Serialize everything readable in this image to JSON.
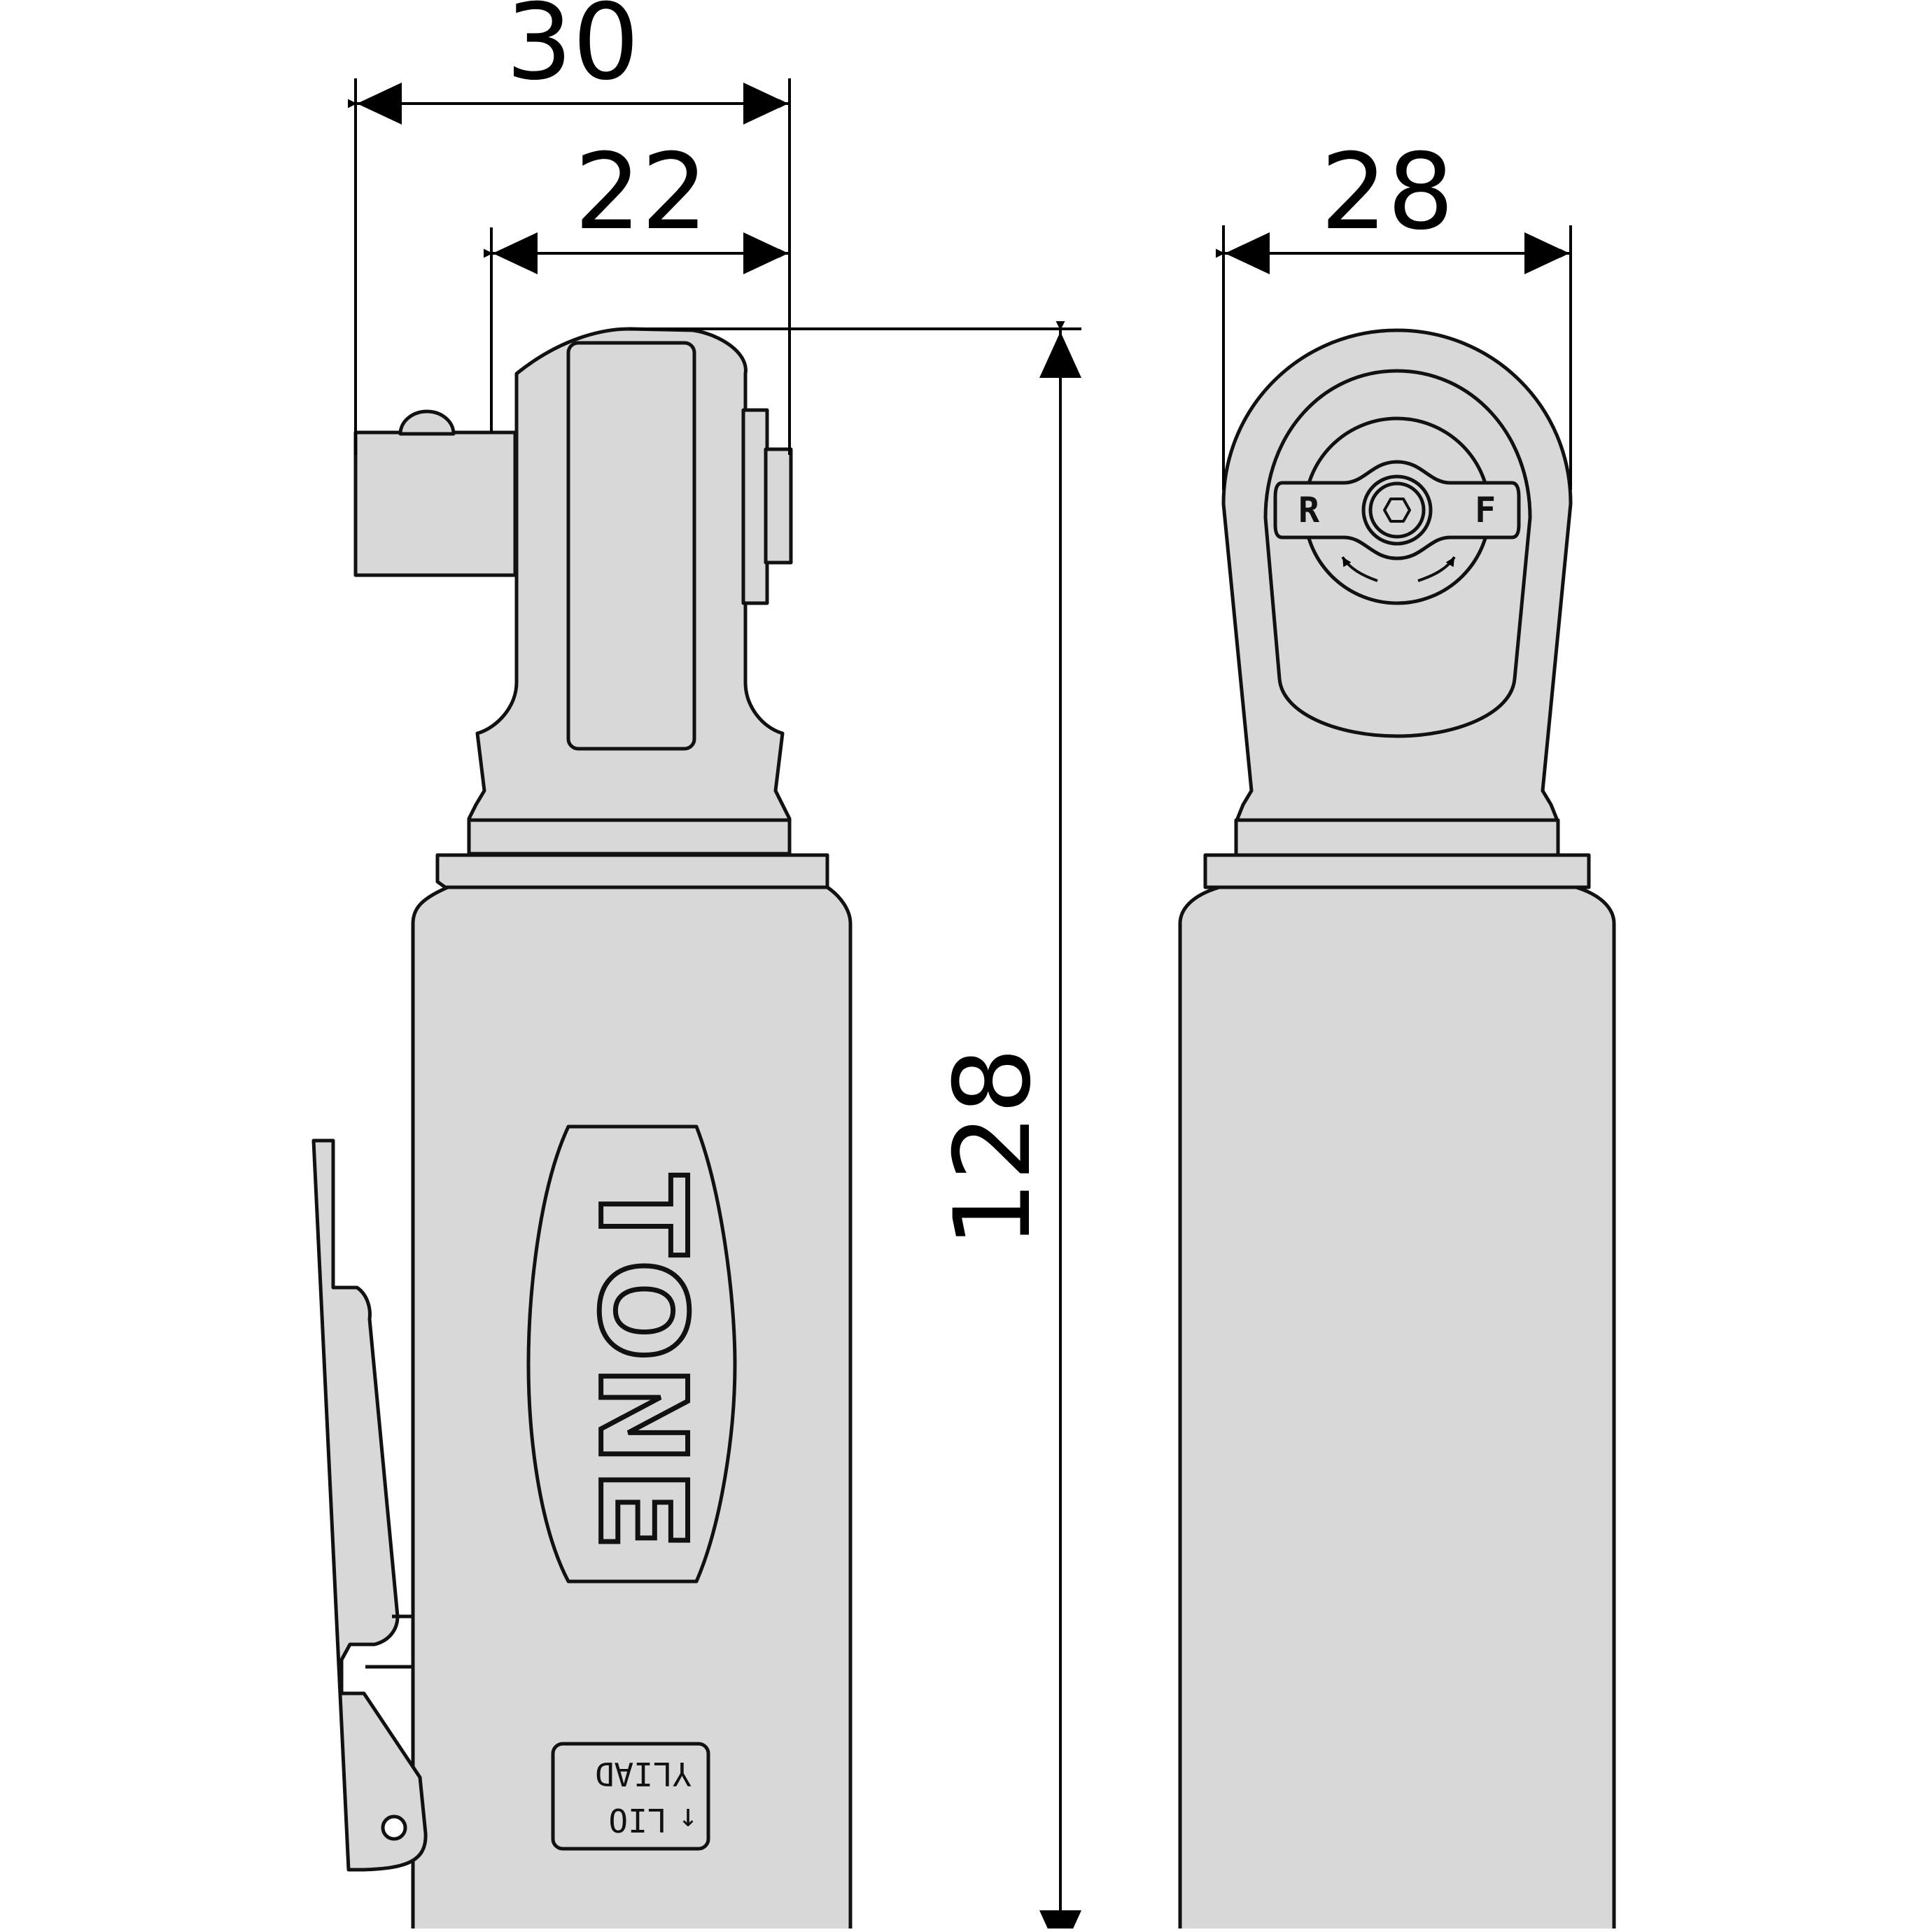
{
  "dimensions": {
    "width_overall": "30",
    "width_head": "22",
    "width_front": "28",
    "length_overall": "128"
  },
  "labels": {
    "brand": "TONE",
    "oil_line1": "LIO",
    "oil_line2": "↑",
    "oil_line3": "YLIAD",
    "reverse": "R",
    "forward": "F"
  },
  "colors": {
    "body": "#d8d8d8",
    "outline": "#111111",
    "background": "#ffffff"
  }
}
